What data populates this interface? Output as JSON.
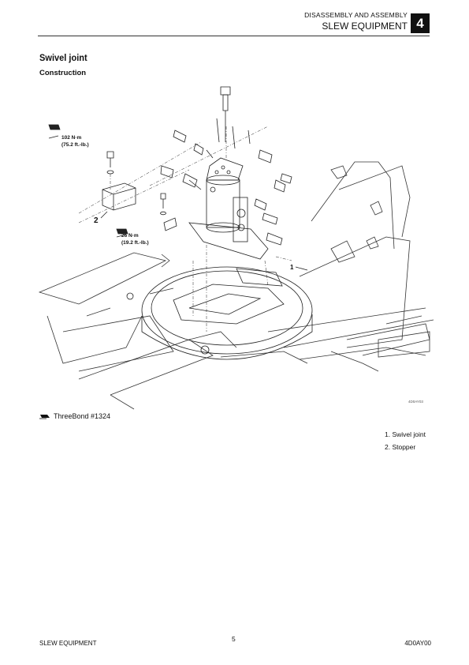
{
  "header": {
    "section": "DISASSEMBLY AND ASSEMBLY",
    "chapter_title": "SLEW EQUIPMENT",
    "chapter_number": "4"
  },
  "title": "Swivel joint",
  "subtitle": "Construction",
  "figure": {
    "torque_top_value": "102 N·m",
    "torque_top_imperial": "(75.2 ft.-lb.)",
    "torque_bottom_value": "26 N·m",
    "torque_bottom_imperial": "(19.2 ft.-lb.)",
    "callout_1": "1",
    "callout_2": "2",
    "figure_code": "4D0AY03"
  },
  "threebond_note": "ThreeBond #1324",
  "legend": [
    "1. Swivel joint",
    "2. Stopper"
  ],
  "footer": {
    "left": "SLEW EQUIPMENT",
    "page": "5",
    "right": "4D0AY00"
  }
}
